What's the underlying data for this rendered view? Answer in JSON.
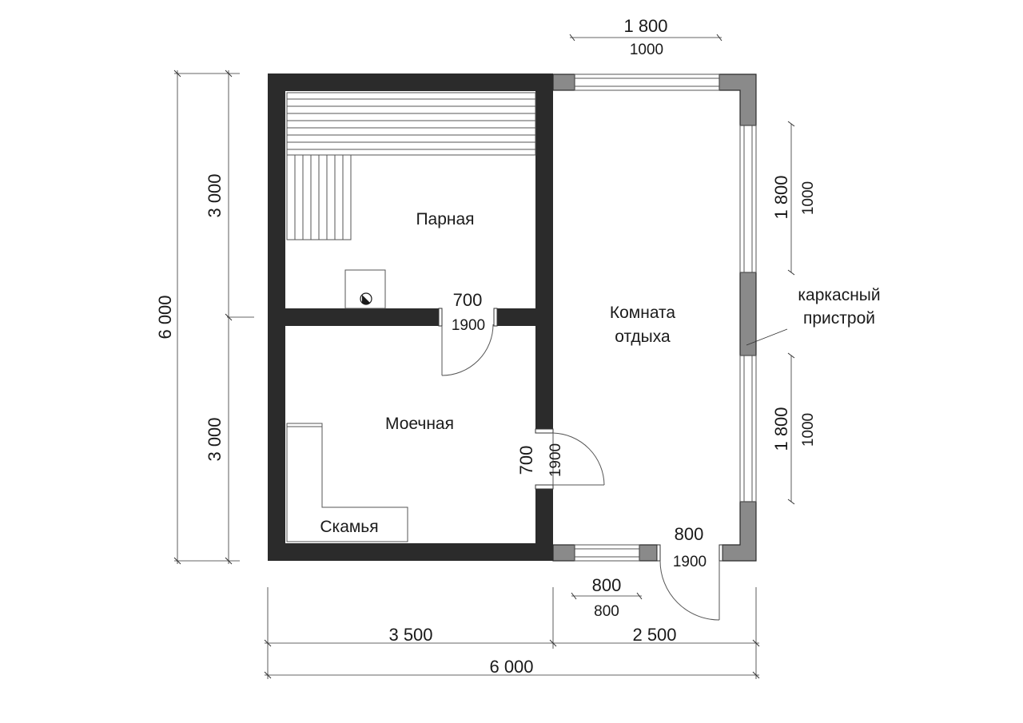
{
  "rooms": {
    "steam": "Парная",
    "wash": "Моечная",
    "rest_line1": "Комната",
    "rest_line2": "отдыха",
    "bench": "Скамья",
    "frame_line1": "каркасный",
    "frame_line2": "пристрой"
  },
  "dimensions": {
    "top_window_width": "1 800",
    "top_window_height": "1000",
    "right_window_upper_width": "1 800",
    "right_window_upper_height": "1000",
    "right_window_lower_width": "1 800",
    "right_window_lower_height": "1000",
    "left_total": "6 000",
    "left_upper": "3 000",
    "left_lower": "3 000",
    "bottom_left": "3 500",
    "bottom_right": "2 500",
    "bottom_total": "6 000",
    "bottom_window_width": "800",
    "bottom_window_height": "800"
  },
  "doors": {
    "steam_door_width": "700",
    "steam_door_height": "1900",
    "wash_door_width": "700",
    "wash_door_height": "1900",
    "entry_door_width": "800",
    "entry_door_height": "1900"
  },
  "colors": {
    "wall": "#2b2b2b",
    "frame_wall": "#8a8a8a",
    "background": "#ffffff"
  }
}
